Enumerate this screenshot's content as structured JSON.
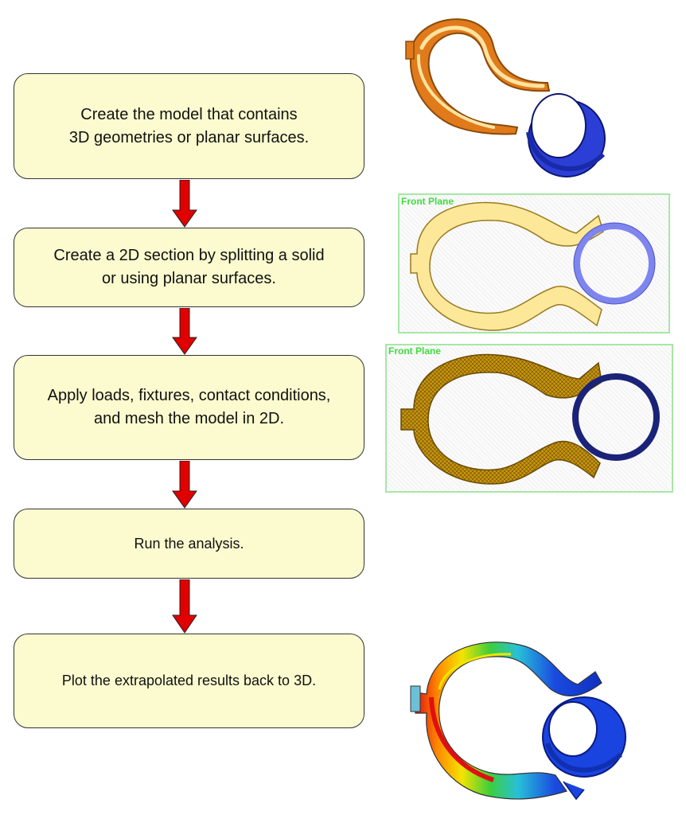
{
  "steps": [
    {
      "text": "Create the model that contains\n3D geometries or planar surfaces."
    },
    {
      "text": "Create a 2D section by splitting a solid\nor using planar surfaces."
    },
    {
      "text": "Apply loads, fixtures, contact conditions,\nand mesh the model in 2D."
    },
    {
      "text": "Run the analysis."
    },
    {
      "text": "Plot the extrapolated results back to 3D."
    }
  ],
  "panels": {
    "section": {
      "label": "Front Plane"
    },
    "mesh": {
      "label": "Front Plane"
    }
  },
  "colors": {
    "box_fill": "#fbfbcf",
    "arrow": "#e00000",
    "clip_3d": "#e07a1a",
    "ring": "#2b3fd6",
    "clip_2d": "#fde89a",
    "ring_2d": "#7f85ee",
    "mesh": "#c8960f",
    "ring_mesh": "#1a2378",
    "plane_label": "#3fdc3f"
  },
  "icons": [
    "down-arrow-icon",
    "clip-3d-model",
    "clip-2d-section",
    "clip-2d-mesh",
    "clip-3d-results"
  ]
}
